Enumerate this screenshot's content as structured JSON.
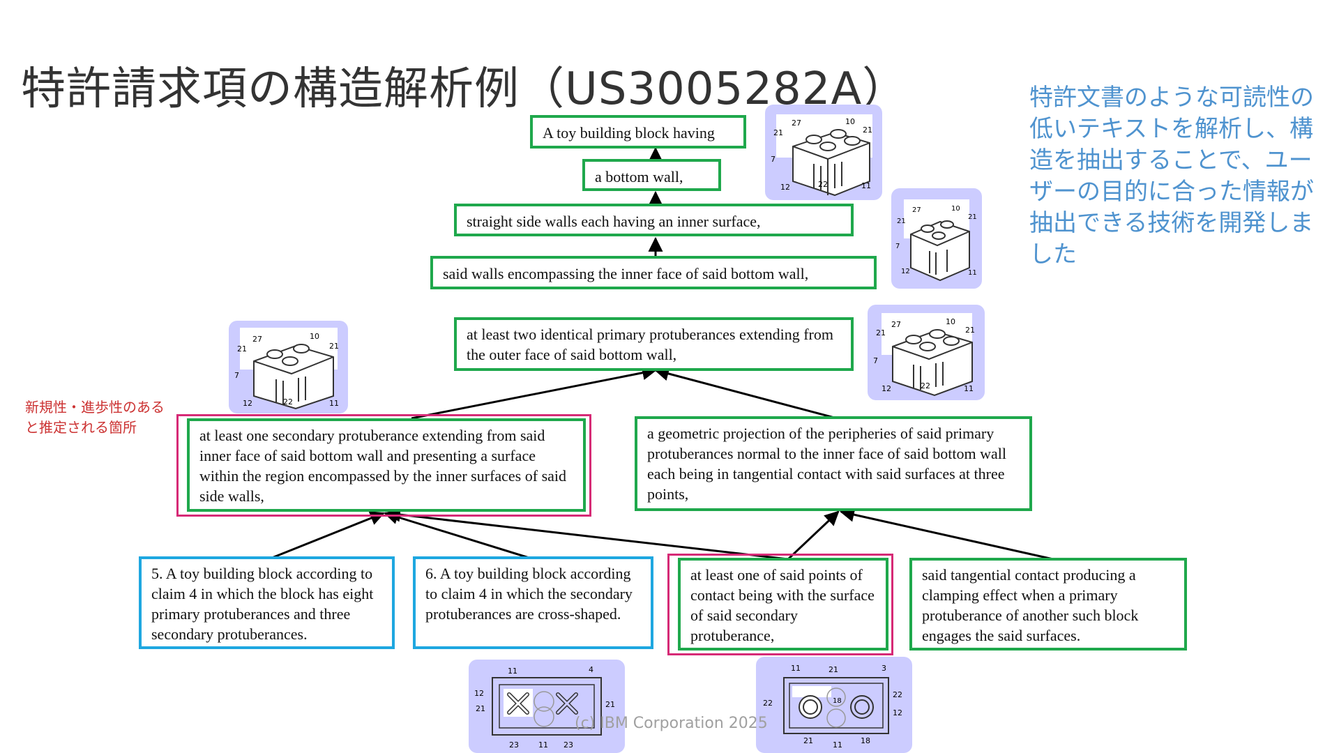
{
  "title": "特許請求項の構造解析例（US3005282A）",
  "description": "特許文書のような可読性の低いテキストを解析し、構造を抽出することで、ユーザーの目的に合った情報が抽出できる技術を開発しました",
  "novelty_note": "新規性・進歩性のあると推定される箇所",
  "copyright": "(c) IBM Corporation 2025",
  "nodes": {
    "n1": "A toy building block having",
    "n2": "a bottom wall,",
    "n3": "straight side walls each having an inner surface,",
    "n4": "said walls encompassing the inner face of said bottom wall,",
    "n5": "at least two identical primary protuberances extending from the outer face of said bottom wall,",
    "n6": "at least one secondary protuberance extending from said inner face of said bottom wall and presenting a surface within the region encompassed by the inner surfaces of said side walls,",
    "n7": "a geometric projection of the peripheries of said primary protuberances normal to the inner face of said bottom wall each being in tangential contact with said surfaces at three points,",
    "n8": "5. A toy building block according to claim 4 in which the block has eight primary protuberances and three secondary protuberances.",
    "n9": "6. A toy building block according to claim 4 in which the secondary protuberances are cross-shaped.",
    "n10": "at least one of said points of contact being with the surface of said secondary protuberance,",
    "n11": "said tangential contact producing a clamping effect when a primary protuberance of another such block engages the said surfaces."
  },
  "colors": {
    "green": "#1fa84c",
    "blue": "#1ea7e0",
    "pink": "#d62a76",
    "thumb_bg": "#ccccff",
    "desc_text": "#4f93cf",
    "note_text": "#cc3333"
  },
  "figure_labels": {
    "block": [
      "27",
      "10",
      "21",
      "21",
      "7",
      "12",
      "22",
      "11"
    ],
    "plan_a": [
      "11",
      "4",
      "12",
      "21",
      "21",
      "23",
      "11",
      "23"
    ],
    "plan_b": [
      "11",
      "21",
      "3",
      "22",
      "18",
      "22",
      "12",
      "21",
      "11",
      "18"
    ]
  }
}
